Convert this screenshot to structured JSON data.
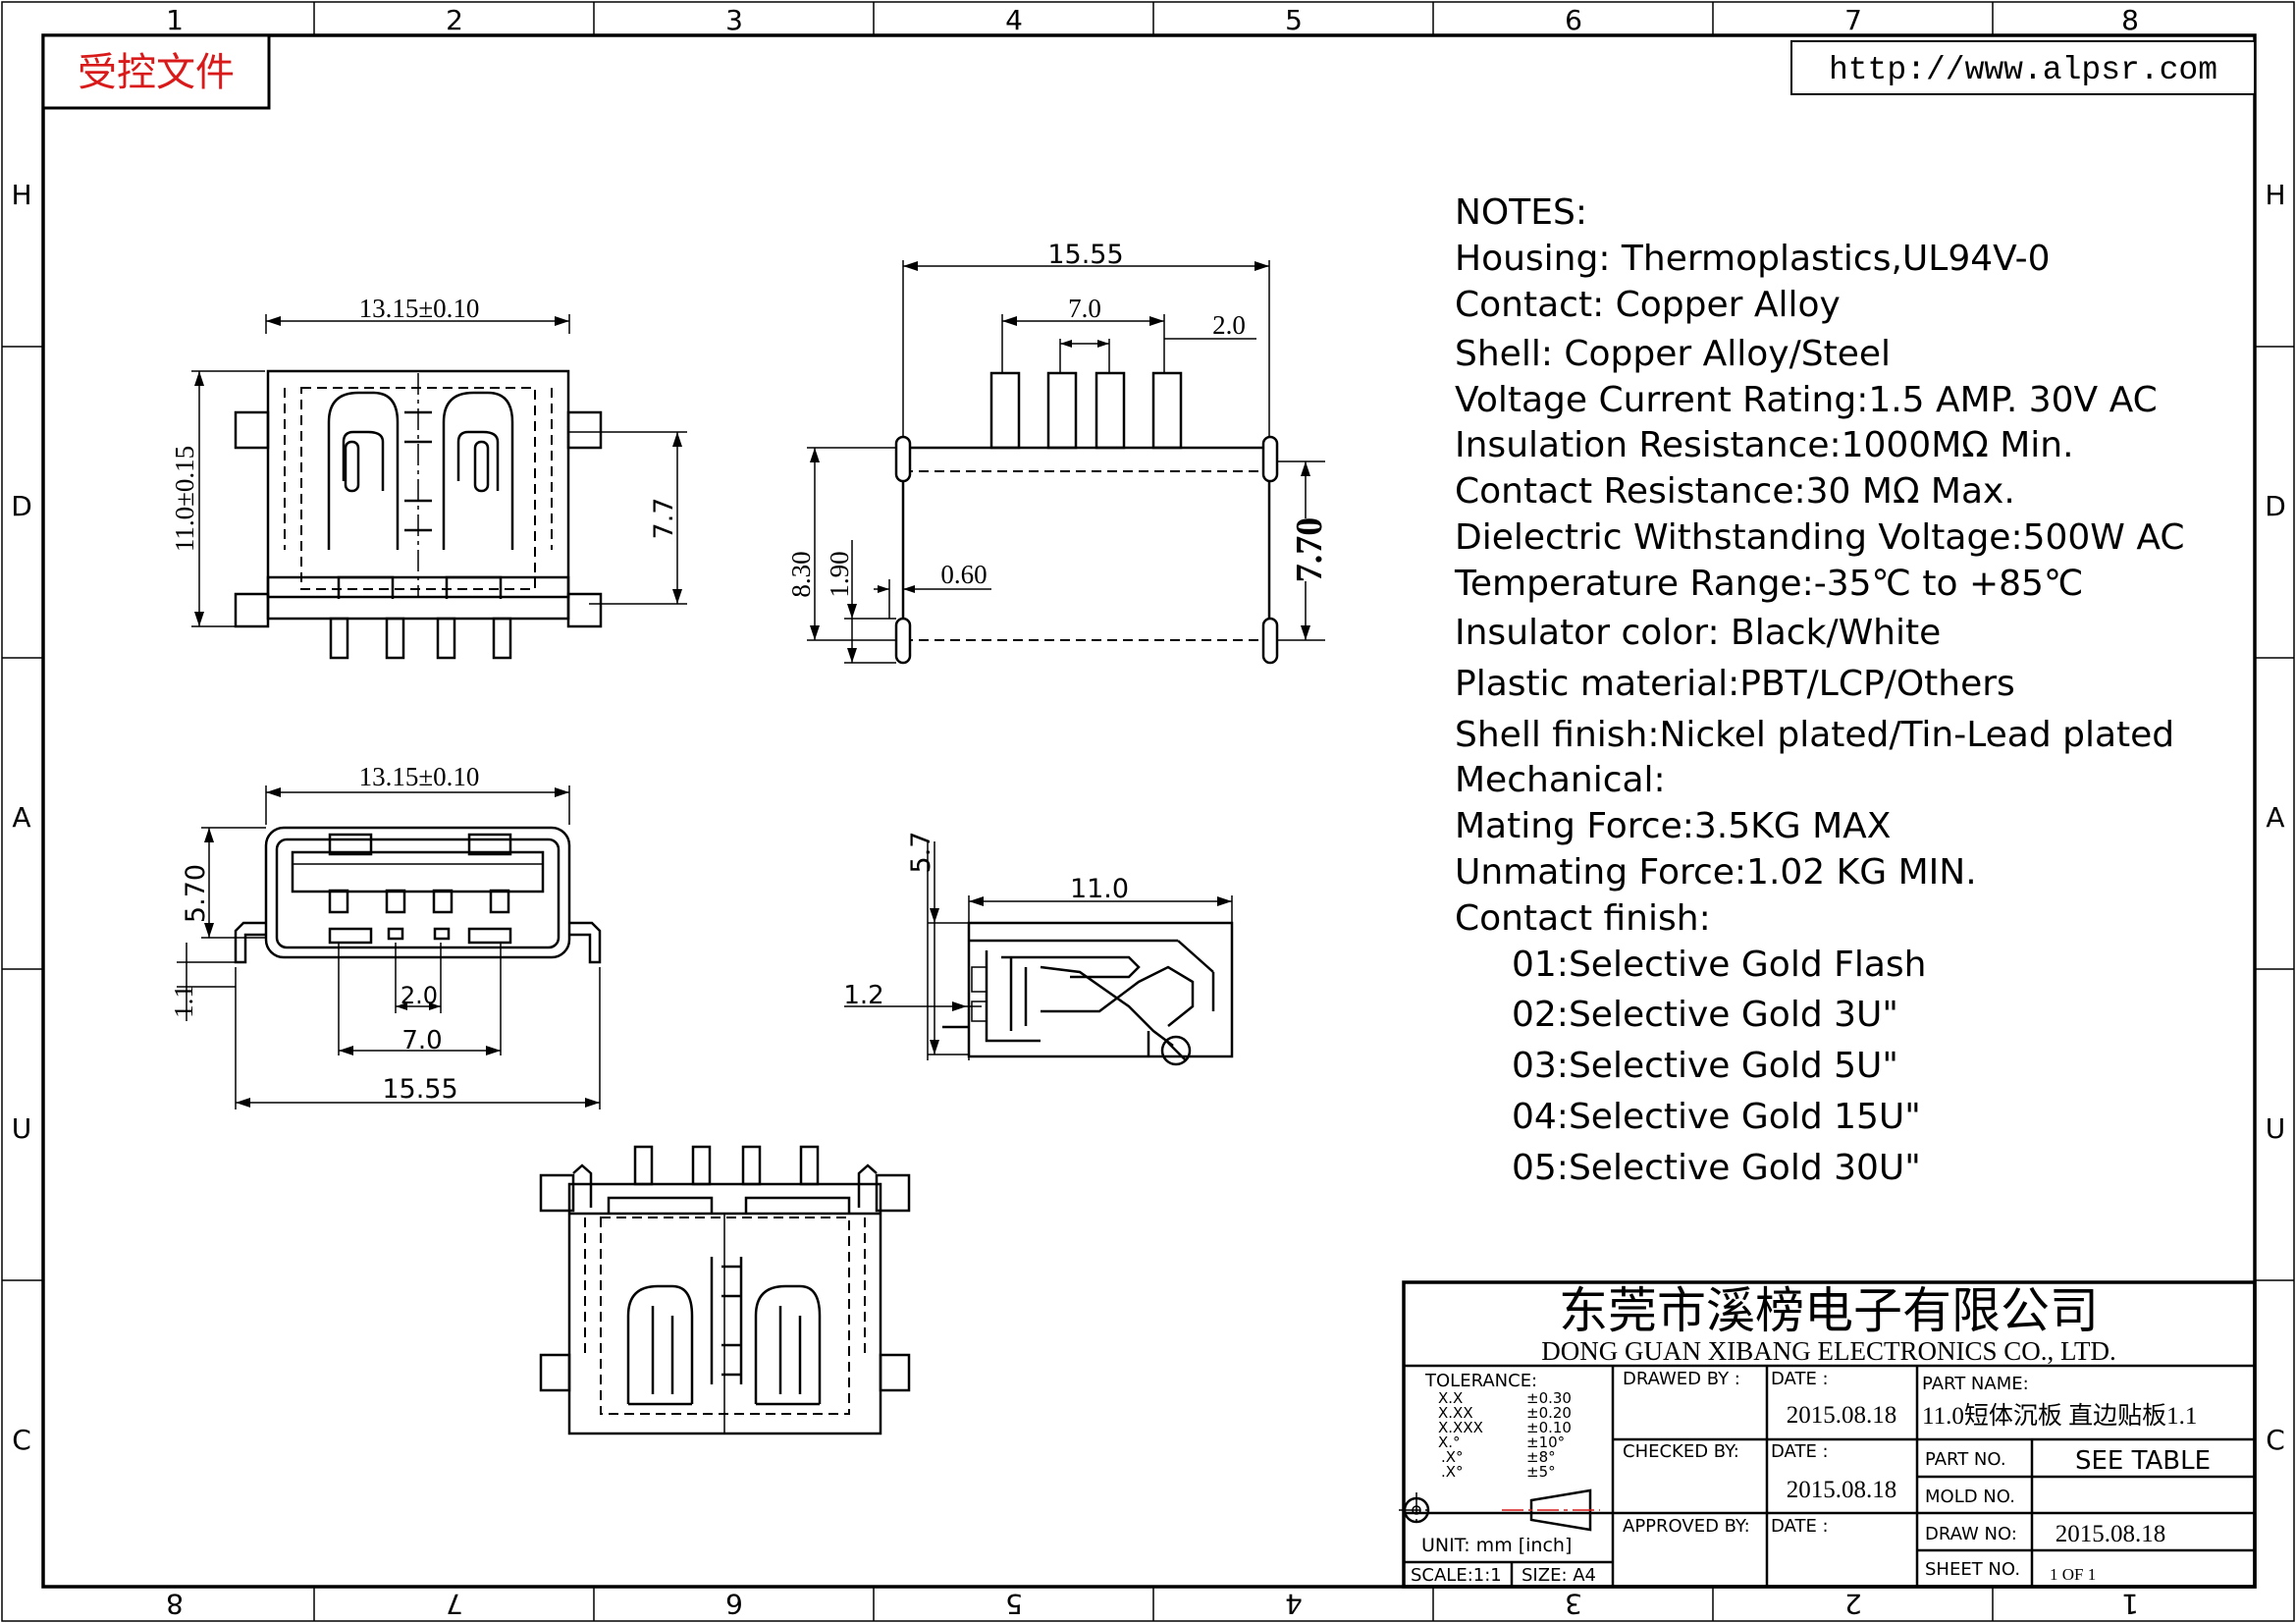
{
  "controlled_stamp": "受控文件",
  "website": "http://www.alpsr.com",
  "grid": {
    "top_numbers": [
      "1",
      "2",
      "3",
      "4",
      "5",
      "6",
      "7",
      "8"
    ],
    "bottom_numbers": [
      "8",
      "7",
      "6",
      "5",
      "4",
      "3",
      "2",
      "1"
    ],
    "side_letters": [
      "H",
      "D",
      "A",
      "U",
      "C"
    ]
  },
  "notes": {
    "heading": "NOTES:",
    "lines": [
      "Housing:  Thermoplastics,UL94V-0",
      "Contact:  Copper  Alloy",
      "Shell:  Copper  Alloy/Steel",
      "Voltage Current Rating:1.5  AMP.  30V  AC",
      "Insulation  Resistance:1000MΩ  Min.",
      "Contact  Resistance:30  MΩ  Max.",
      "Dielectric  Withstanding  Voltage:500W  AC",
      "Temperature  Range:-35℃  to  +85℃",
      "Insulator  color:  Black/White",
      "Plastic  material:PBT/LCP/Others",
      "Shell  finish:Nickel  plated/Tin-Lead  plated",
      "Mechanical:",
      "Mating  Force:3.5KG  MAX",
      "Unmating  Force:1.02  KG  MIN.",
      "Contact  finish:"
    ],
    "finish_options": [
      "01:Selective  Gold  Flash",
      "02:Selective  Gold  3U\"",
      "03:Selective  Gold  5U\"",
      "04:Selective  Gold  15U\"",
      "05:Selective  Gold  30U\""
    ]
  },
  "dimensions": {
    "top_view": {
      "width": "13.15±0.10",
      "height": "11.0±0.15",
      "inner": "7.7"
    },
    "side_view": {
      "overall": "15.55",
      "pitch_group": "7.0",
      "pitch": "2.0",
      "h_830": "8.30",
      "h_190": "1.90",
      "slot": "0.60",
      "h_770": "7.70"
    },
    "front_view": {
      "width": "13.15±0.10",
      "height": "5.70",
      "foot": "1.1",
      "pitch": "2.0",
      "pitch_group": "7.0",
      "overall": "15.55"
    },
    "section_view": {
      "height": "5.7",
      "length": "11.0",
      "offset": "1.2"
    }
  },
  "title_block": {
    "company_cn": "东莞市溪榜电子有限公司",
    "company_en": "DONG  GUAN  XIBANG  ELECTRONICS  CO.,  LTD.",
    "tolerance_label": "TOLERANCE:",
    "tolerance_rows": [
      {
        "fmt": "X.X",
        "val": "±0.30"
      },
      {
        "fmt": "X.XX",
        "val": "±0.20"
      },
      {
        "fmt": "X.XXX",
        "val": "±0.10"
      },
      {
        "fmt": "X.°",
        "val": "±10°"
      },
      {
        "fmt": ".X°",
        "val": "±8°"
      },
      {
        "fmt": ".X°",
        "val": "±5°"
      }
    ],
    "unit_label": "UNIT:  mm  [inch]",
    "scale_label": "SCALE:1:1",
    "size_label": "SIZE:  A4",
    "drawn_by_label": "DRAWED  BY :",
    "checked_by_label": "CHECKED  BY:",
    "approved_by_label": "APPROVED  BY:",
    "date_label": "DATE  :",
    "date_drawn": "2015.08.18",
    "date_checked": "2015.08.18",
    "part_name_label": "PART  NAME:",
    "part_name": "11.0短体沉板 直边贴板1.1",
    "part_no_label": "PART  NO.",
    "part_no": "SEE  TABLE",
    "mold_no_label": "MOLD  NO.",
    "draw_no_label": "DRAW  NO:",
    "draw_no": "2015.08.18",
    "sheet_no_label": "SHEET  NO.",
    "sheet_no": "1  OF  1"
  }
}
